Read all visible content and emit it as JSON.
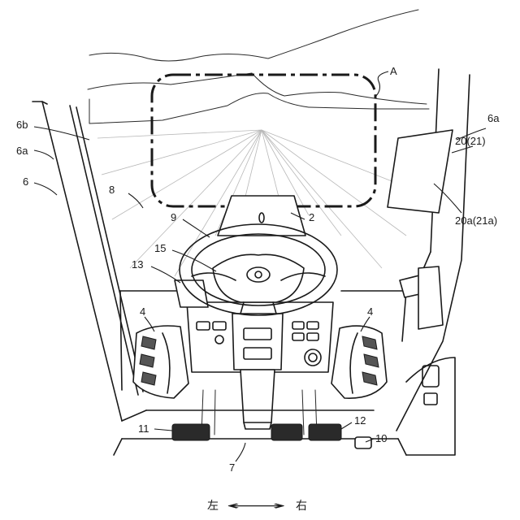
{
  "labels": {
    "l_6b": "6b",
    "l_6a_left": "6a",
    "l_6": "6",
    "l_8": "8",
    "l_9": "9",
    "l_2": "2",
    "l_15": "15",
    "l_13": "13",
    "l_4_left": "4",
    "l_4_right": "4",
    "l_11": "11",
    "l_12": "12",
    "l_10": "10",
    "l_7": "7",
    "l_a": "A",
    "l_6a_right": "6a",
    "l_20": "20(21)",
    "l_20a": "20a(21a)"
  },
  "direction": {
    "left": "左",
    "right": "右",
    "arrow": "⟷"
  }
}
